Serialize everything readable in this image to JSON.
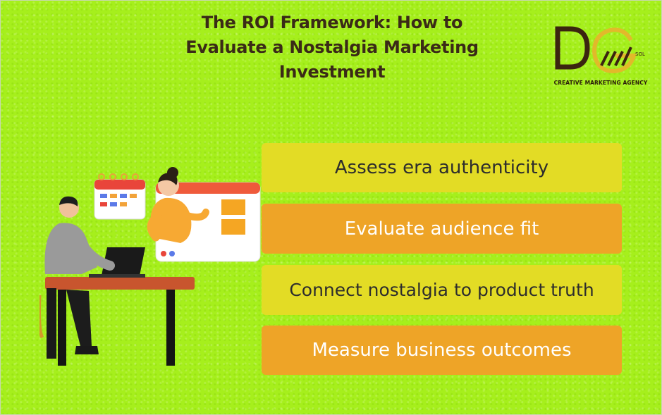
{
  "title_lines": [
    "The ROI Framework: How to",
    "Evaluate a Nostalgia Marketing",
    "Investment"
  ],
  "logo": {
    "mark": "DG sol",
    "tagline": "CREATIVE MARKETING AGENCY"
  },
  "steps": [
    {
      "label": "Assess era authenticity",
      "style": "yellow"
    },
    {
      "label": "Evaluate audience fit",
      "style": "orange"
    },
    {
      "label": "Connect nostalgia to product truth",
      "style": "yellow"
    },
    {
      "label": "Measure business outcomes",
      "style": "orange"
    }
  ],
  "colors": {
    "background": "#a6ef1c",
    "title": "#3a2a17",
    "step_yellow": "#e3dc25",
    "step_orange": "#eea427"
  }
}
